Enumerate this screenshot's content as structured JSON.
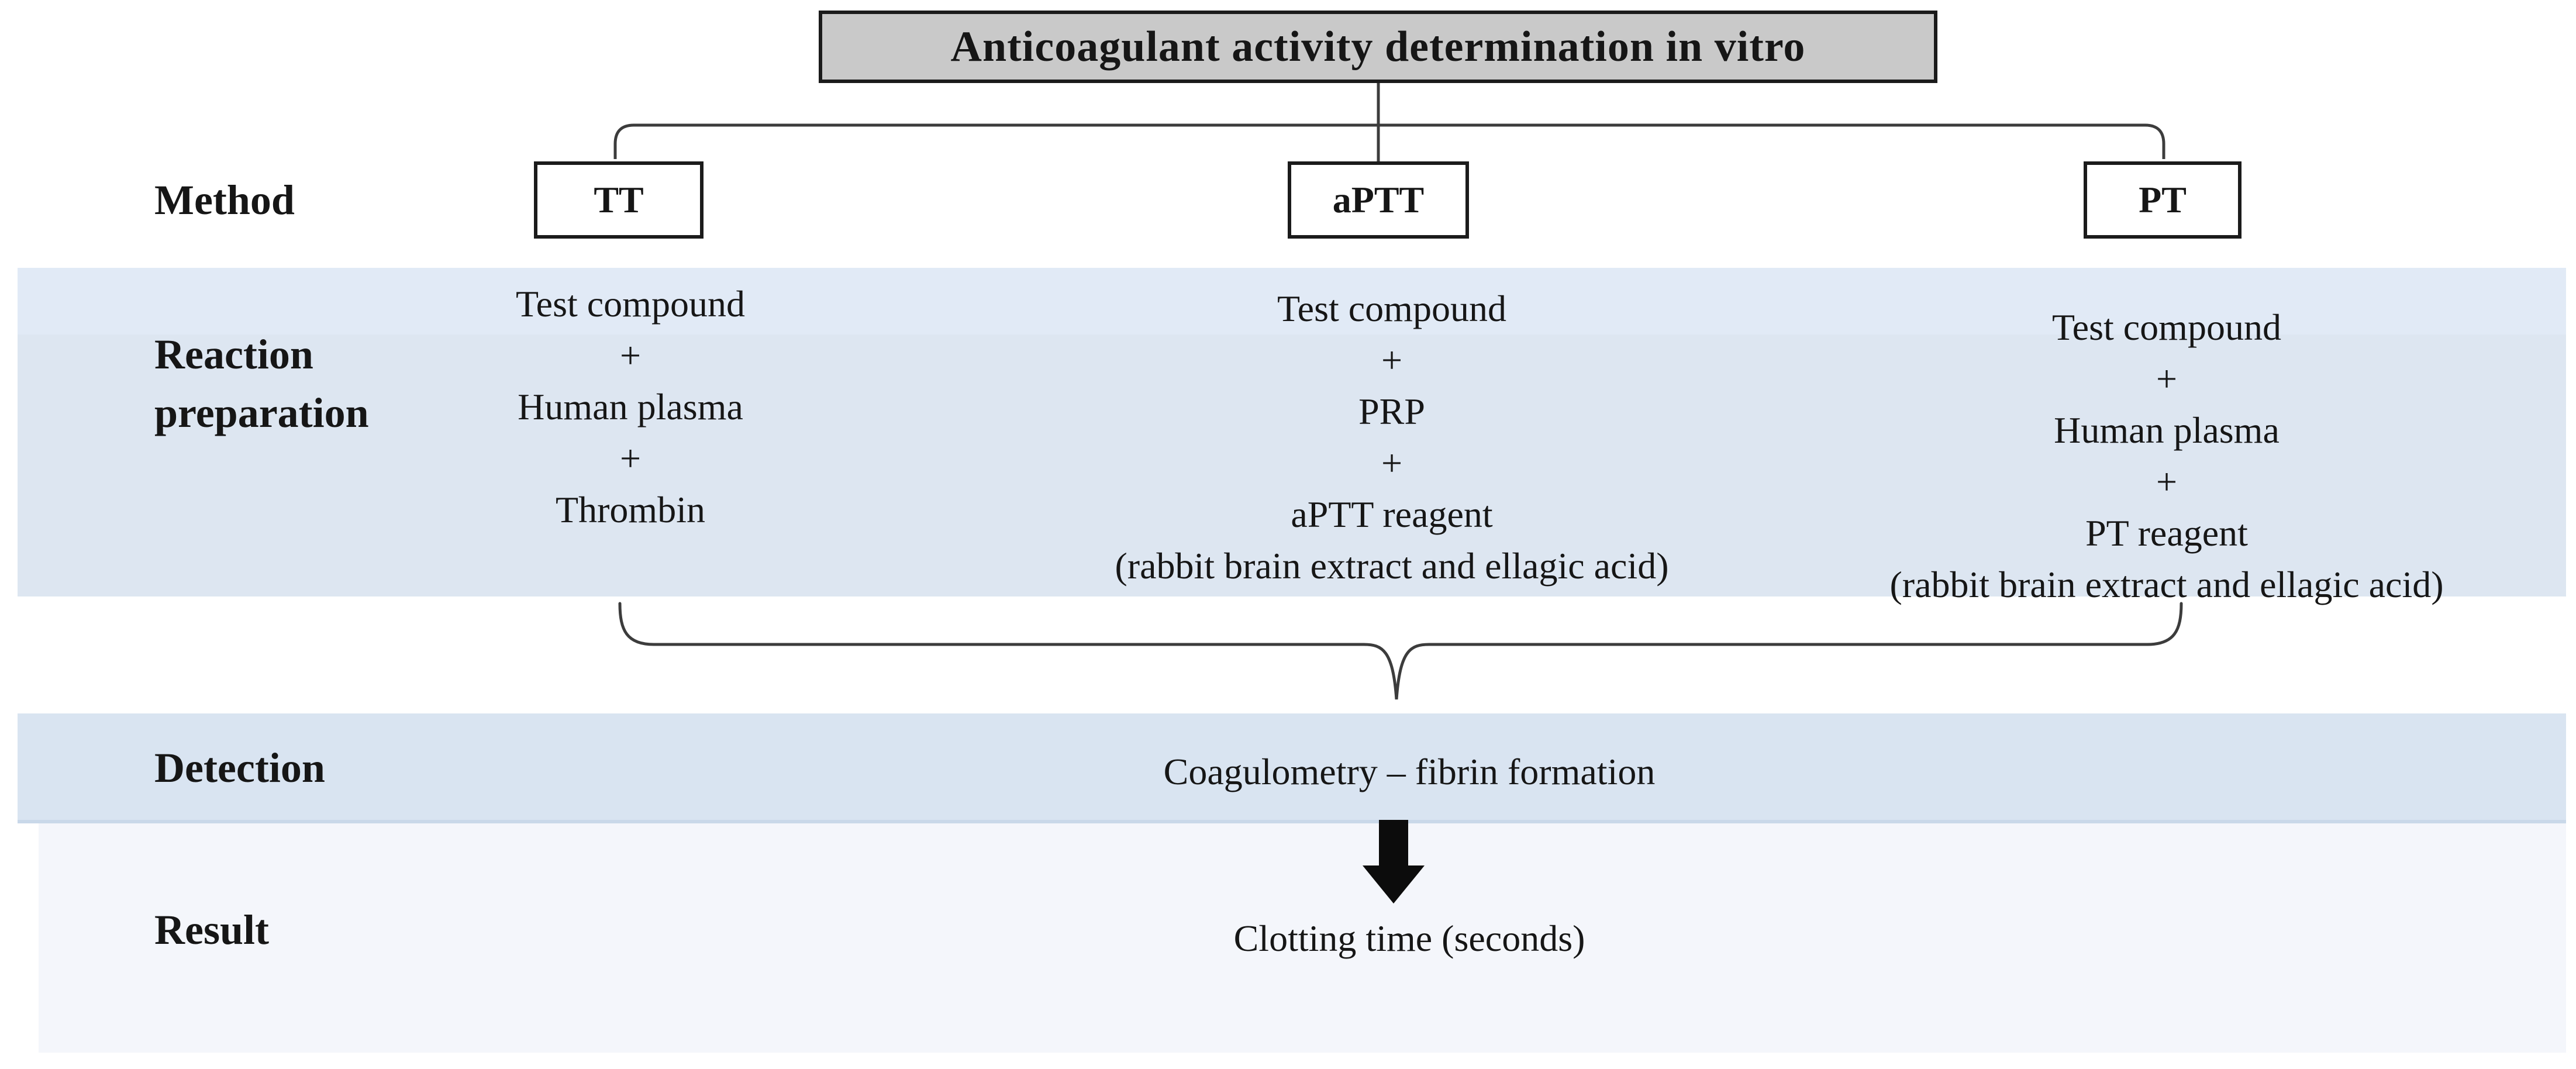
{
  "figure": {
    "title": "Anticoagulant activity determination in vitro",
    "row_labels": {
      "method": "Method",
      "reaction_line1": "Reaction",
      "reaction_line2": "preparation",
      "detection": "Detection",
      "result": "Result"
    },
    "methods": [
      {
        "label": "TT",
        "reaction": [
          "Test compound",
          "+",
          "Human plasma",
          "+",
          "Thrombin"
        ]
      },
      {
        "label": "aPTT",
        "reaction": [
          "Test compound",
          "+",
          "PRP",
          "+",
          "aPTT reagent",
          "(rabbit brain extract and ellagic acid)"
        ]
      },
      {
        "label": "PT",
        "reaction": [
          "Test compound",
          "+",
          "Human plasma",
          "+",
          "PT reagent",
          "(rabbit brain extract and ellagic acid)"
        ]
      }
    ],
    "detection": "Coagulometry – fibrin formation",
    "result": "Clotting time (seconds)",
    "colors": {
      "title_fill": "#c9c9c9",
      "box_border": "#1b1b1b",
      "band_reaction_top": "#e1eaf6",
      "band_reaction": "#dde6f1",
      "band_detection": "#d9e4f1",
      "band_detection_edge": "#c9d8e9",
      "band_result": "#f4f6fb",
      "connector": "#3c3c3c",
      "arrow": "#0c0c0c",
      "text": "#161616"
    }
  }
}
